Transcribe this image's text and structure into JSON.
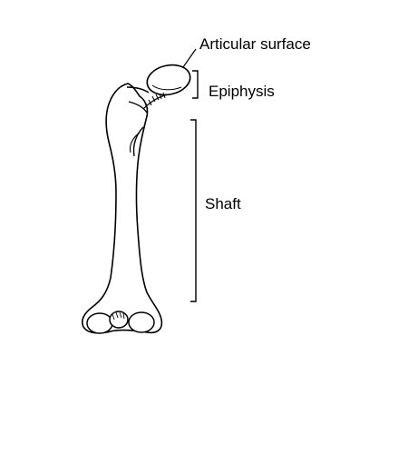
{
  "diagram": {
    "labels": {
      "articular_surface": "Articular surface",
      "epiphysis": "Epiphysis",
      "shaft": "Shaft"
    },
    "colors": {
      "line": "#000000",
      "background": "#ffffff"
    }
  }
}
